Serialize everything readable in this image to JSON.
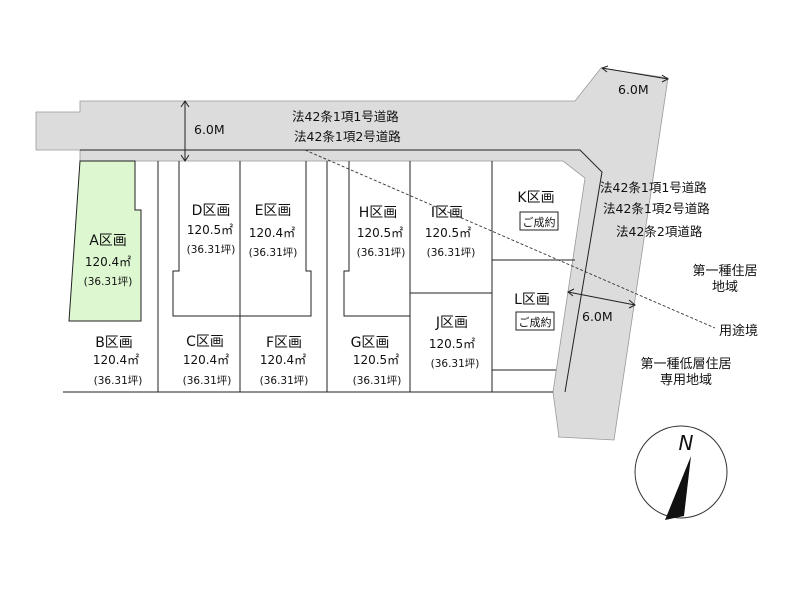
{
  "colors": {
    "road": "#dcdcdc",
    "highlight": "#ddf7d0",
    "line": "#222222"
  },
  "roads": {
    "top_width": "6.0M",
    "top_labels": [
      "法42条1項1号道路",
      "法42条1項2号道路"
    ],
    "right_top_width": "6.0M",
    "right_width": "6.0M",
    "right_labels": [
      "法42条1項1号道路",
      "法42条1項2号道路",
      "法42条2項道路"
    ]
  },
  "zones": {
    "upper": [
      "第一種住居",
      "地域"
    ],
    "boundary": "用途境",
    "lower": [
      "第一種低層住居",
      "専用地域"
    ]
  },
  "lots": [
    {
      "name": "A区画",
      "area": "120.4㎡",
      "tsubo": "(36.31坪)",
      "highlighted": true
    },
    {
      "name": "B区画",
      "area": "120.4㎡",
      "tsubo": "(36.31坪)"
    },
    {
      "name": "C区画",
      "area": "120.4㎡",
      "tsubo": "(36.31坪)"
    },
    {
      "name": "D区画",
      "area": "120.5㎡",
      "tsubo": "(36.31坪)"
    },
    {
      "name": "E区画",
      "area": "120.4㎡",
      "tsubo": "(36.31坪)"
    },
    {
      "name": "F区画",
      "area": "120.4㎡",
      "tsubo": "(36.31坪)"
    },
    {
      "name": "G区画",
      "area": "120.5㎡",
      "tsubo": "(36.31坪)"
    },
    {
      "name": "H区画",
      "area": "120.5㎡",
      "tsubo": "(36.31坪)"
    },
    {
      "name": "I区画",
      "area": "120.5㎡",
      "tsubo": "(36.31坪)"
    },
    {
      "name": "J区画",
      "area": "120.5㎡",
      "tsubo": "(36.31坪)"
    },
    {
      "name": "K区画",
      "status": "ご成約"
    },
    {
      "name": "L区画",
      "status": "ご成約"
    }
  ],
  "compass": {
    "label": "N"
  }
}
